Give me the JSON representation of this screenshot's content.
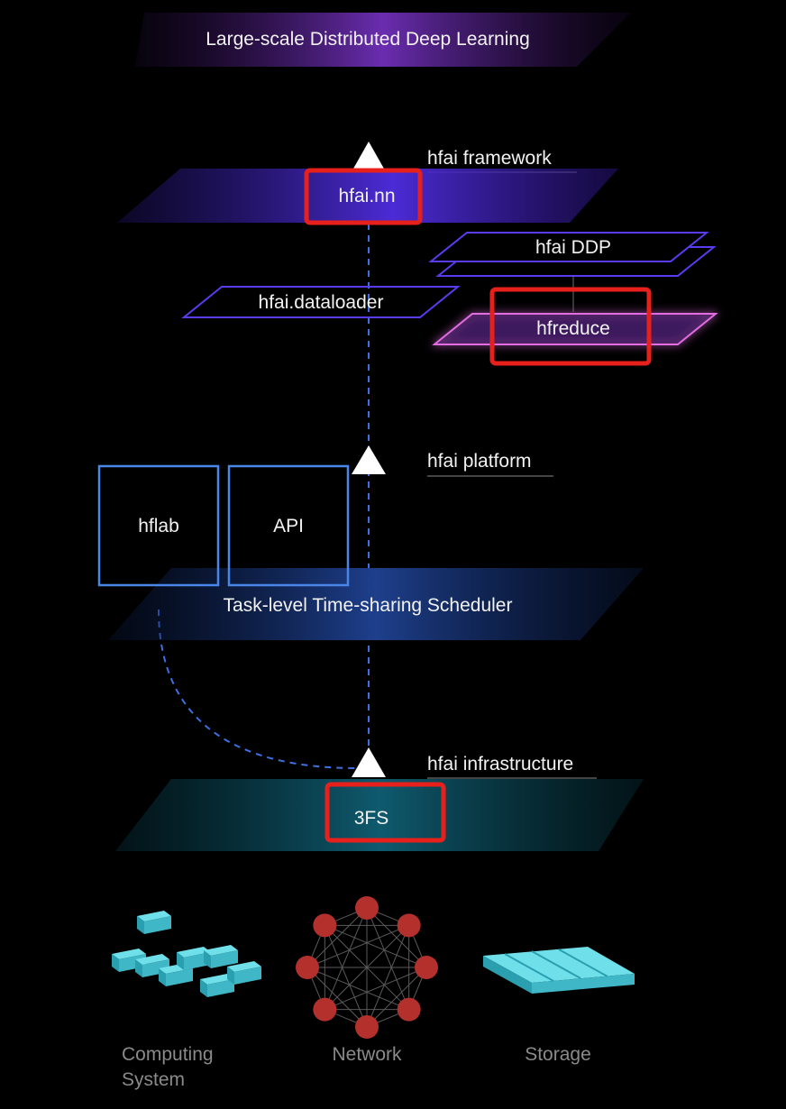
{
  "title": "Large-scale Distributed Deep Learning",
  "layers": {
    "framework": {
      "label": "hfai framework",
      "hfai_nn": "hfai.nn",
      "ddp": "hfai DDP",
      "dataloader": "hfai.dataloader",
      "hfreduce": "hfreduce"
    },
    "platform": {
      "label": "hfai platform",
      "hflab": "hflab",
      "api": "API",
      "scheduler": "Task-level Time-sharing Scheduler"
    },
    "infrastructure": {
      "label": "hfai infrastructure",
      "fs": "3FS"
    }
  },
  "hardware": {
    "computing": [
      "Computing",
      "System"
    ],
    "network": "Network",
    "storage": "Storage"
  },
  "colors": {
    "background": "#000000",
    "highlight_box": "#e8201c",
    "framework_band": "#4b2bd6",
    "platform_band": "#1e3f8c",
    "infra_band": "#0f5a6e",
    "outline_violet": "#5a3cf0",
    "platform_box": "#4a86e8",
    "cube": "#4cc6d6",
    "node": "#b3302c"
  }
}
